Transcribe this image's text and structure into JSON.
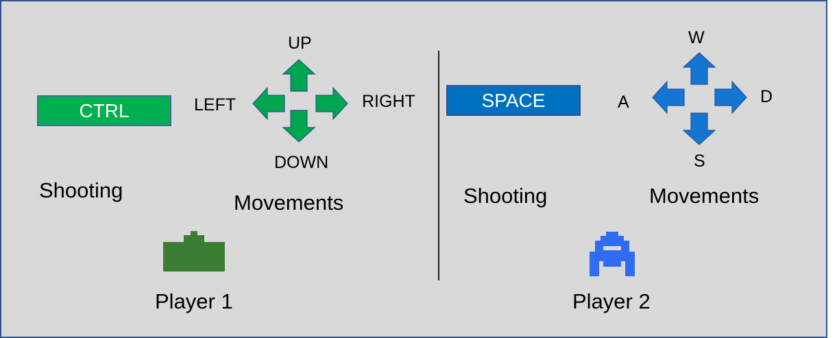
{
  "colors": {
    "background": "#d9d9d9",
    "frame": "#2f528f",
    "p1_key": "#00b050",
    "p1_arrow": "#00a550",
    "p1_sprite": "#3a7d33",
    "p2_key": "#0070c0",
    "p2_arrow": "#1476d2",
    "p2_sprite": "#2f6cf2"
  },
  "player1": {
    "shoot_key": "CTRL",
    "shoot_label": "Shooting",
    "directions": {
      "up": "UP",
      "down": "DOWN",
      "left": "LEFT",
      "right": "RIGHT"
    },
    "move_label": "Movements",
    "name": "Player 1",
    "sprite_icon": "tank-icon"
  },
  "player2": {
    "shoot_key": "SPACE",
    "shoot_label": "Shooting",
    "directions": {
      "up": "W",
      "down": "S",
      "left": "A",
      "right": "D"
    },
    "move_label": "Movements",
    "name": "Player 2",
    "sprite_icon": "space-invader-icon"
  }
}
